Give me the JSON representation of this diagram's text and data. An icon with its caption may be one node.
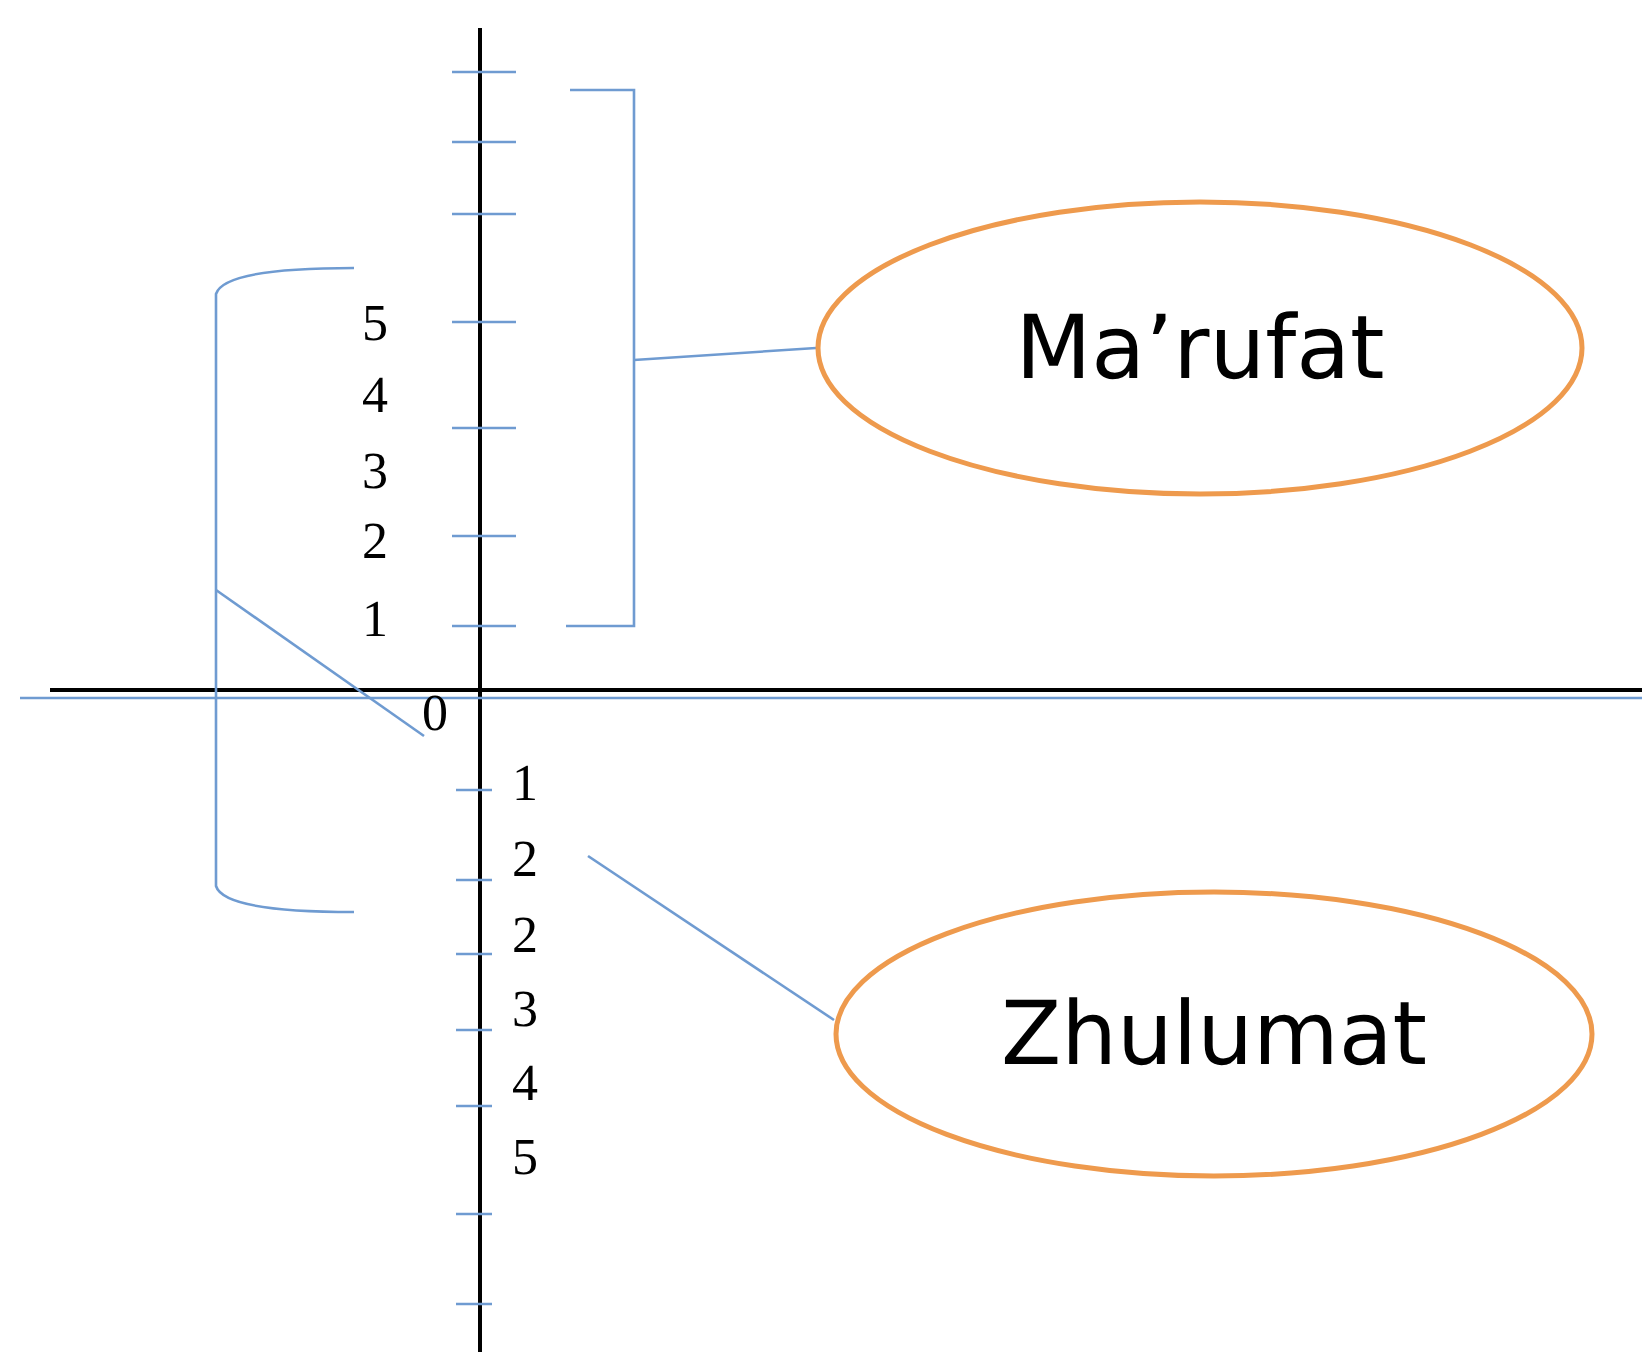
{
  "diagram": {
    "nodes": [
      {
        "text": [
          "Ma’rufat"
        ]
      },
      {
        "text": [],
        "shape": "bracket"
      },
      {
        "text": [
          "Zhulumat"
        ]
      },
      {
        "text": [
          "2"
        ]
      },
      {
        "text": [
          "0"
        ]
      },
      {
        "text": [],
        "shape": "bracket"
      }
    ],
    "edges": [
      {
        "from": 0,
        "to": 5,
        "arrow": "none"
      },
      {
        "from": 2,
        "to": 3,
        "arrow": "none"
      },
      {
        "from": 1,
        "to": 4,
        "arrow": "none"
      }
    ],
    "labels": [
      "5",
      "4",
      "3",
      "2",
      "1",
      "1",
      "2",
      "3",
      "4",
      "5"
    ]
  }
}
